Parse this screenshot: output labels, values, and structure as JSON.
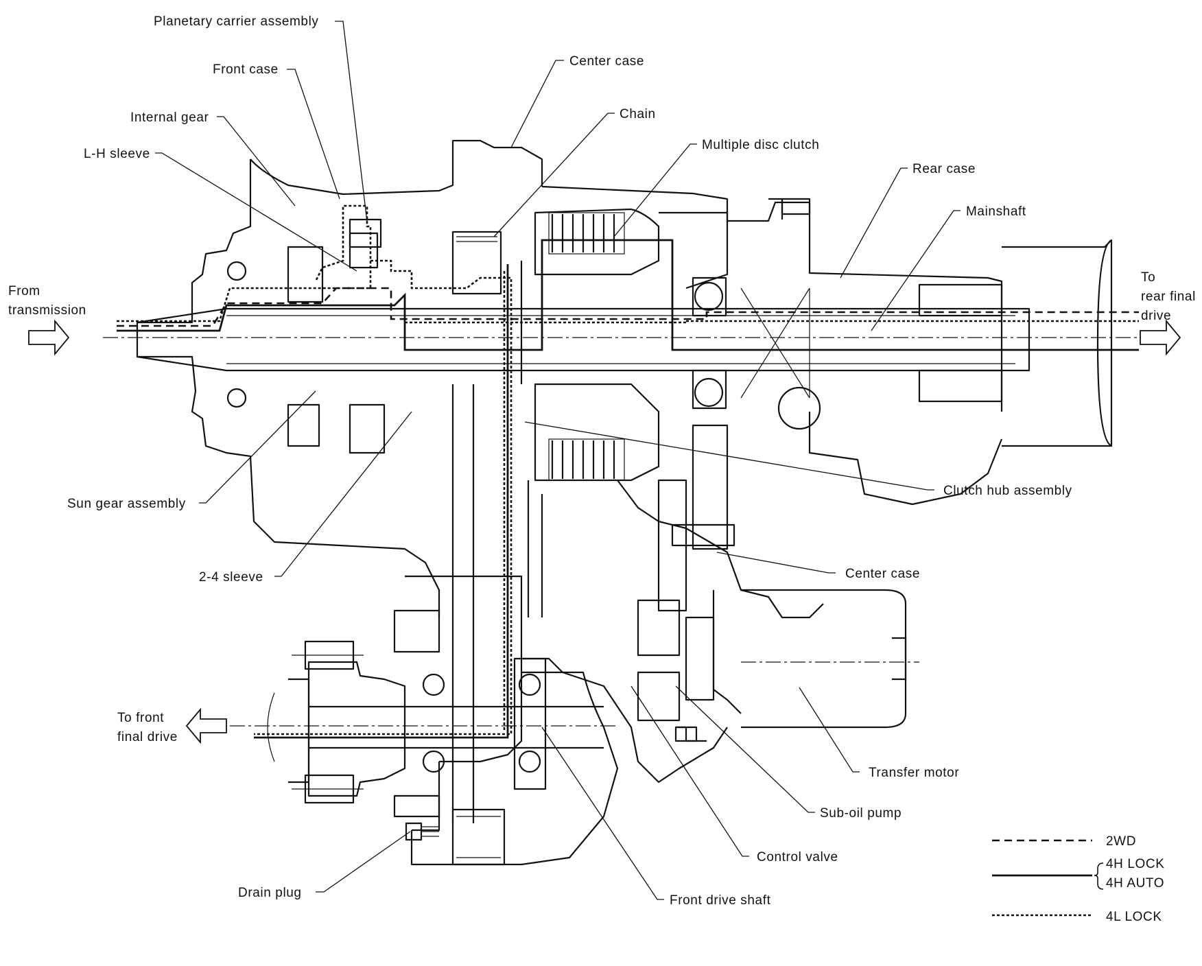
{
  "labels": {
    "planetary_carrier_assembly": "Planetary carrier assembly",
    "front_case": "Front case",
    "internal_gear": "Internal gear",
    "lh_sleeve": "L-H sleeve",
    "center_case_top": "Center case",
    "chain": "Chain",
    "multiple_disc_clutch": "Multiple disc clutch",
    "rear_case": "Rear case",
    "mainshaft": "Mainshaft",
    "from_transmission_1": "From",
    "from_transmission_2": "transmission",
    "to_rear_final_drive_1": "To",
    "to_rear_final_drive_2": "rear final",
    "to_rear_final_drive_3": "drive",
    "sun_gear_assembly": "Sun gear assembly",
    "clutch_hub_assembly": "Clutch hub assembly",
    "sleeve_2_4": "2-4 sleeve",
    "center_case_mid": "Center case",
    "to_front_final_drive_1": "To front",
    "to_front_final_drive_2": "final drive",
    "transfer_motor": "Transfer motor",
    "sub_oil_pump": "Sub-oil pump",
    "control_valve": "Control valve",
    "drain_plug": "Drain plug",
    "front_drive_shaft": "Front drive shaft"
  },
  "legend": {
    "items": [
      {
        "style": "dashed",
        "label": "2WD"
      },
      {
        "style": "solid",
        "label": "4H LOCK"
      },
      {
        "style": "solid",
        "label": "4H AUTO"
      },
      {
        "style": "dotted",
        "label": "4L LOCK"
      }
    ]
  },
  "colors": {
    "ink": "#111111",
    "background": "#ffffff"
  }
}
